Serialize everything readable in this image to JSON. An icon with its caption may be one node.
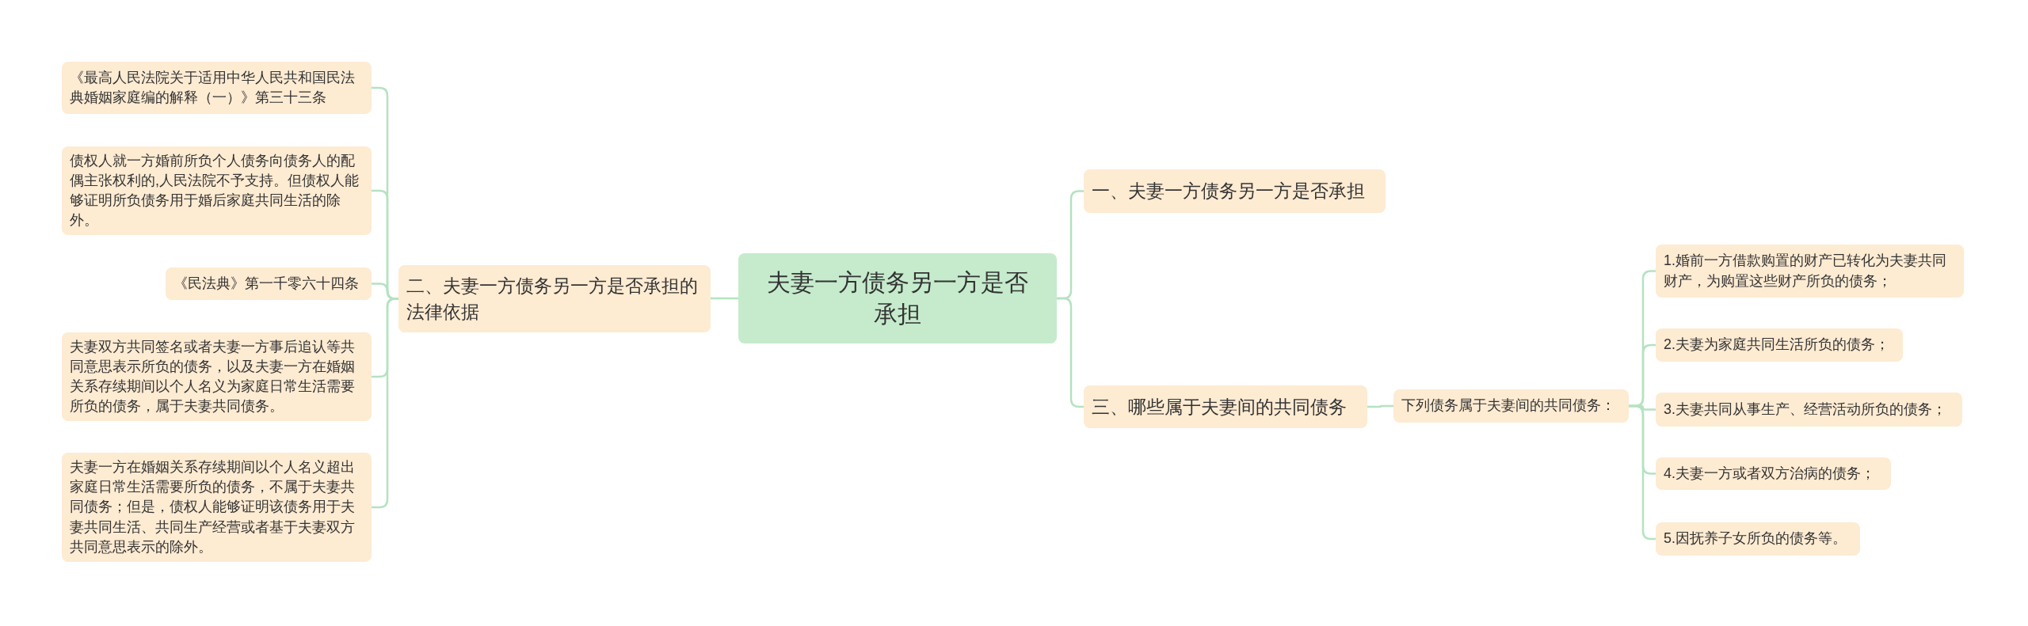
{
  "diagram": {
    "nodes": [
      {
        "text": [
          "夫妻一方债务另一方是否承担"
        ]
      },
      {
        "text": [
          "二、夫妻一方债务另一方是否承担的法律依据"
        ]
      },
      {
        "text": [
          "《最高人民法院关于适用中华人民共和国民法典婚姻家庭编的解释（一）》第三十三条"
        ]
      },
      {
        "text": [
          "债权人就一方婚前所负个人债务向债务人的配偶主张权利的,人民法院不予支持。但债权人能够证明所负债务用于婚后家庭共同生活的除外。"
        ]
      },
      {
        "text": [
          "《民法典》第一千零六十四条"
        ]
      },
      {
        "text": [
          "夫妻双方共同签名或者夫妻一方事后追认等共同意思表示所负的债务，以及夫妻一方在婚姻关系存续期间以个人名义为家庭日常生活需要所负的债务，属于夫妻共同债务。"
        ]
      },
      {
        "text": [
          "夫妻一方在婚姻关系存续期间以个人名义超出家庭日常生活需要所负的债务，不属于夫妻共同债务；但是，债权人能够证明该债务用于夫妻共同生活、共同生产经营或者基于夫妻双方共同意思表示的除外。"
        ]
      },
      {
        "text": [
          "一、夫妻一方债务另一方是否承担"
        ]
      },
      {
        "text": [
          "三、哪些属于夫妻间的共同债务"
        ]
      },
      {
        "text": [
          "下列债务属于夫妻间的共同债务："
        ]
      },
      {
        "text": [
          "1.婚前一方借款购置的财产已转化为夫妻共同财产，为购置这些财产所负的债务；"
        ]
      },
      {
        "text": [
          "2.夫妻为家庭共同生活所负的债务；"
        ]
      },
      {
        "text": [
          "3.夫妻共同从事生产、经营活动所负的债务；"
        ]
      },
      {
        "text": [
          "4.夫妻一方或者双方治病的债务；"
        ]
      },
      {
        "text": [
          "5.因抚养子女所负的债务等。"
        ]
      }
    ],
    "edges": [
      {
        "from": 0,
        "to": 1,
        "arrow": "none"
      },
      {
        "from": 1,
        "to": 2,
        "arrow": "none"
      },
      {
        "from": 1,
        "to": 3,
        "arrow": "none"
      },
      {
        "from": 1,
        "to": 4,
        "arrow": "none"
      },
      {
        "from": 1,
        "to": 5,
        "arrow": "none"
      },
      {
        "from": 1,
        "to": 6,
        "arrow": "none"
      },
      {
        "from": 0,
        "to": 7,
        "arrow": "none"
      },
      {
        "from": 0,
        "to": 8,
        "arrow": "none"
      },
      {
        "from": 8,
        "to": 9,
        "arrow": "none"
      },
      {
        "from": 9,
        "to": 10,
        "arrow": "none"
      },
      {
        "from": 9,
        "to": 11,
        "arrow": "none"
      },
      {
        "from": 9,
        "to": 12,
        "arrow": "none"
      },
      {
        "from": 9,
        "to": 13,
        "arrow": "none"
      },
      {
        "from": 9,
        "to": 14,
        "arrow": "none"
      }
    ]
  }
}
